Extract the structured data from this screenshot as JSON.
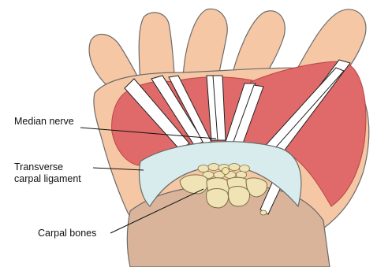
{
  "labels": {
    "median_nerve": "Median nerve",
    "transverse_line1": "Transverse",
    "transverse_line2": "carpal ligament",
    "carpal_bones": "Carpal bones"
  },
  "colors": {
    "skin": "#f5c7a4",
    "skin_outline": "#6b6b6b",
    "forearm": "#d9b49a",
    "muscle": "#e06a6a",
    "muscle_dark": "#b84444",
    "tendon": "#ffffff",
    "ligament": "#d8eced",
    "bone": "#f0e4b6",
    "bone_outline": "#7a6e44",
    "leader_line": "#111111"
  }
}
